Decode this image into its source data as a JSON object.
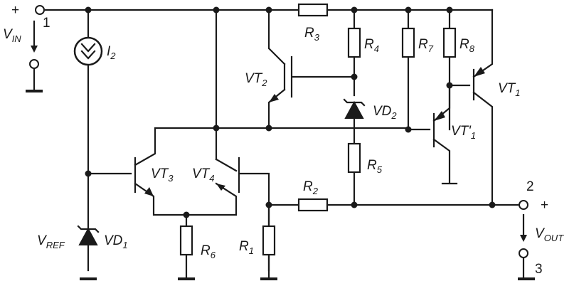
{
  "labels": {
    "plus_in": "+",
    "vin": "V",
    "vin_sub": "IN",
    "node_1": "1",
    "i2": "I",
    "i2_sub": "2",
    "r3": "R",
    "r3_sub": "3",
    "r4": "R",
    "r4_sub": "4",
    "r7": "R",
    "r7_sub": "7",
    "r8": "R",
    "r8_sub": "8",
    "vt2": "VT",
    "vt2_sub": "2",
    "vt1": "VT",
    "vt1_sub": "1",
    "vd2": "VD",
    "vd2_sub": "2",
    "vt1p": "VT'",
    "vt1p_sub": "1",
    "vt3": "VT",
    "vt3_sub": "3",
    "vt4": "VT",
    "vt4_sub": "4",
    "r5": "R",
    "r5_sub": "5",
    "r2": "R",
    "r2_sub": "2",
    "node_2": "2",
    "plus_out": "+",
    "vout": "V",
    "vout_sub": "OUT",
    "vref": "V",
    "vref_sub": "REF",
    "vd1": "VD",
    "vd1_sub": "1",
    "r6": "R",
    "r6_sub": "6",
    "r1": "R",
    "r1_sub": "1",
    "node_3": "3"
  }
}
